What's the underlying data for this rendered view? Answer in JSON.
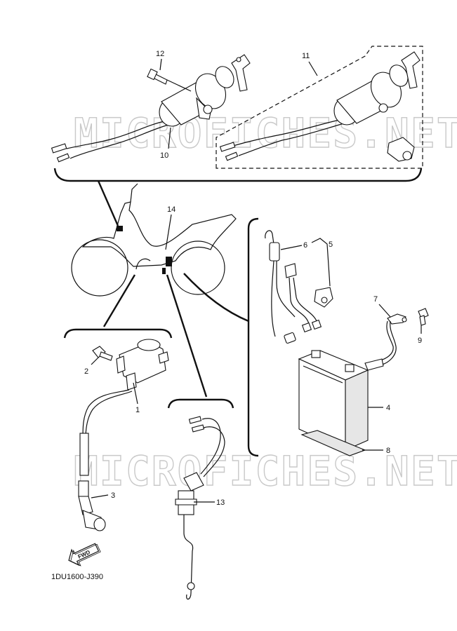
{
  "callouts": [
    {
      "id": "1",
      "text": "1"
    },
    {
      "id": "2",
      "text": "2"
    },
    {
      "id": "3",
      "text": "3"
    },
    {
      "id": "4",
      "text": "4"
    },
    {
      "id": "5",
      "text": "5"
    },
    {
      "id": "6",
      "text": "6"
    },
    {
      "id": "7",
      "text": "7"
    },
    {
      "id": "8",
      "text": "8"
    },
    {
      "id": "9",
      "text": "9"
    },
    {
      "id": "10",
      "text": "10"
    },
    {
      "id": "11",
      "text": "11"
    },
    {
      "id": "12",
      "text": "12"
    },
    {
      "id": "13",
      "text": "13"
    },
    {
      "id": "14",
      "text": "14"
    }
  ],
  "watermark": "MICROFICHES.NET",
  "direction_label": "FWD",
  "diagram_code": "1DU1600-J390"
}
